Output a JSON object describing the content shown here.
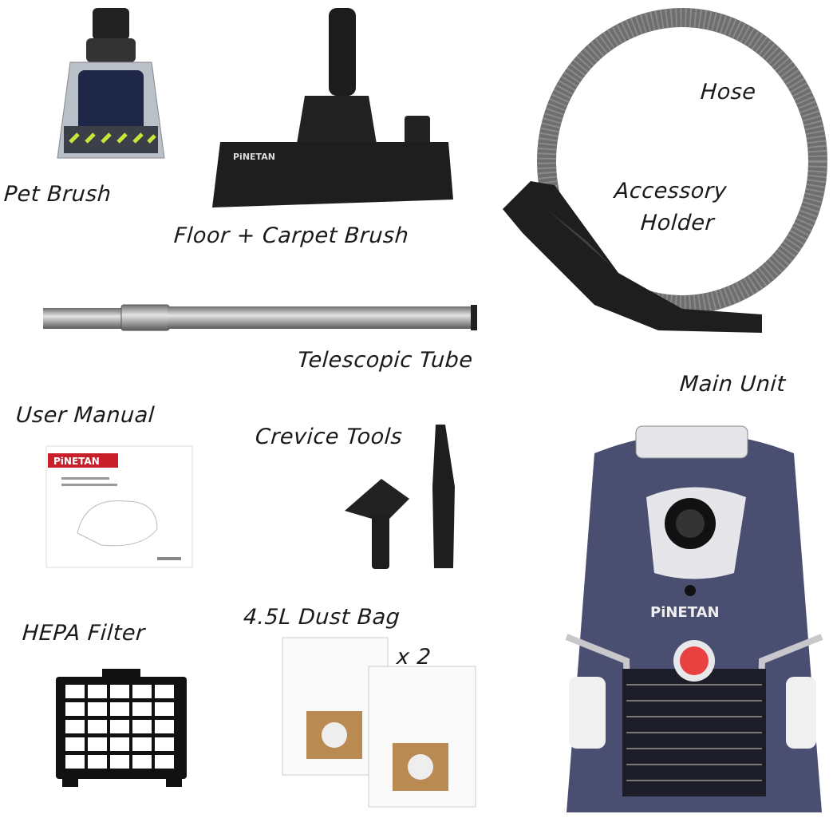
{
  "labels": {
    "pet_brush": "Pet Brush",
    "floor_brush": "Floor + Carpet Brush",
    "hose": "Hose",
    "accessory_holder_line1": "Accessory",
    "accessory_holder_line2": "Holder",
    "telescopic_tube": "Telescopic Tube",
    "main_unit": "Main Unit",
    "user_manual": "User Manual",
    "crevice_tools": "Crevice Tools",
    "hepa_filter": "HEPA Filter",
    "dust_bag": "4.5L Dust Bag",
    "dust_bag_qty": "x 2"
  },
  "brand": {
    "name": "PiNETAN",
    "color": "#c8202a"
  },
  "colors": {
    "unit_body": "#4a4f72",
    "power_button": "#e8413f",
    "hose": "#6e6e6e"
  }
}
